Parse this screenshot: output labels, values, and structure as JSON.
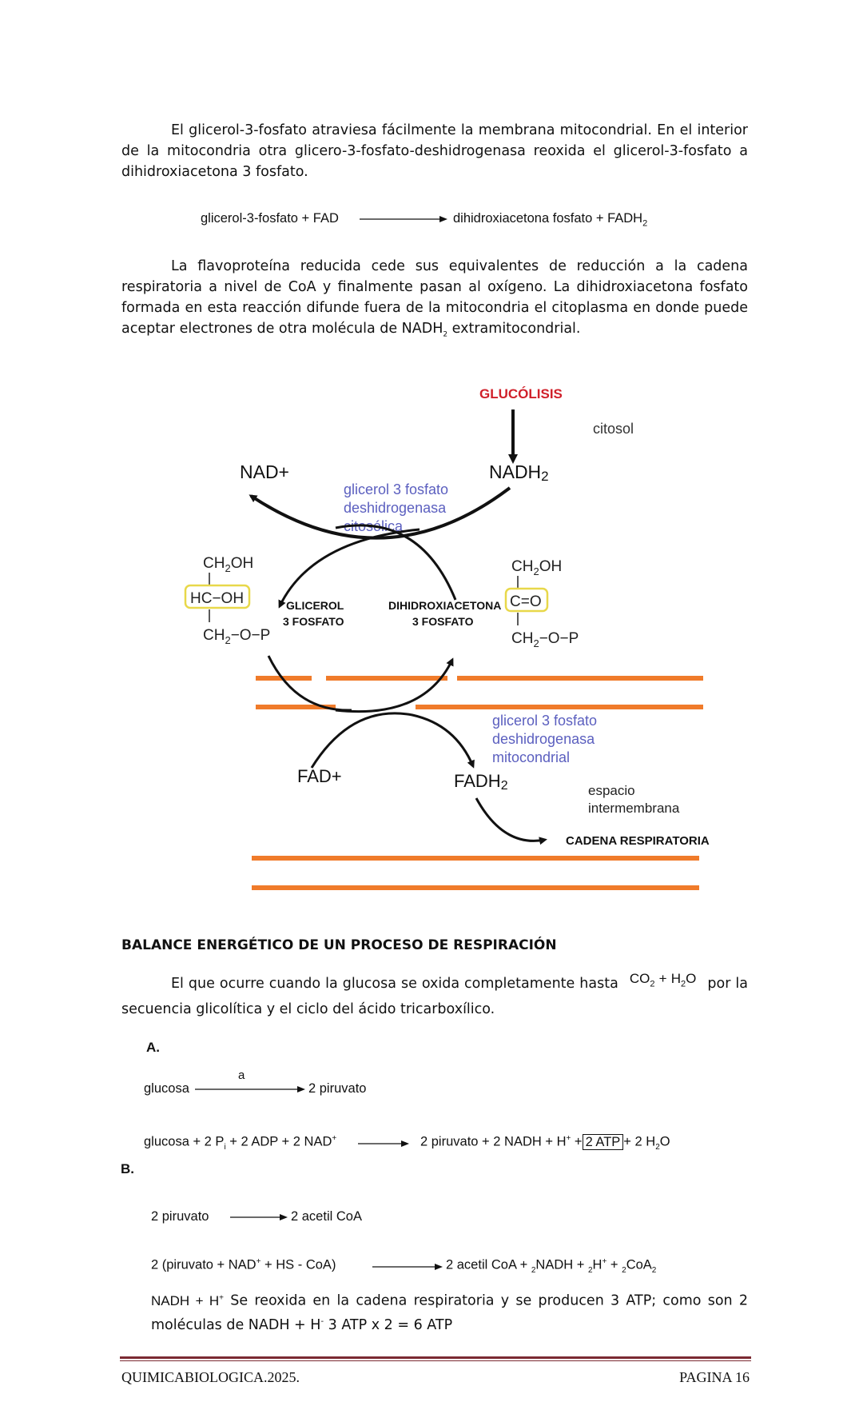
{
  "paragraphs": {
    "p1": "El glicerol-3-fosfato atraviesa fácilmente la membrana mitocondrial. En el interior de la mitocondria otra glicero-3-fosfato-deshidrogenasa reoxida el glicerol-3-fosfato a dihidroxiacetona 3 fosfato.",
    "p2_a": "La flavoproteína reducida cede sus equivalentes de reducción a la cadena respiratoria a nivel de CoA y finalmente pasan al oxígeno. La dihidroxiacetona fosfato formada en esta reacción difunde fuera de la mitocondria el citoplasma en donde puede aceptar electrones de otra molécula de NADH",
    "p2_sub": "2",
    "p2_b": " extramitocondrial.",
    "p3_a": "El que ocurre cuando la glucosa se oxida completamente hasta",
    "p3_b": "por la secuencia glicolítica y el ciclo del ácido tricarboxílico."
  },
  "reaction1": {
    "left": "glicerol-3-fosfato + FAD",
    "right": "dihidroxiacetona fosfato + FADH",
    "right_sub": "2"
  },
  "diagram": {
    "glucolisis": "GLUCÓLISIS",
    "citosol": "citosol",
    "nad_plus": "NAD+",
    "nadh2": "NADH",
    "nadh2_sub": "2",
    "enzyme_cyto": [
      "glicerol 3 fosfato",
      "deshidrogenasa",
      "citosólica"
    ],
    "glicerol": [
      "GLICEROL",
      "3 FOSFATO"
    ],
    "dihidroxiacetona": [
      "DIHIDROXIACETONA",
      "3 FOSFATO"
    ],
    "left_struct": {
      "top": "CH",
      "top_sub": "2",
      "top_end": "OH",
      "mid": "HC−OH",
      "bot": "CH",
      "bot_sub": "2",
      "bot_end": "−O−P"
    },
    "right_struct": {
      "top": "CH",
      "top_sub": "2",
      "top_end": "OH",
      "mid": "C=O",
      "bot": "CH",
      "bot_sub": "2",
      "bot_end": "−O−P"
    },
    "enzyme_mito": [
      "glicerol 3 fosfato",
      "deshidrogenasa",
      "mitocondrial"
    ],
    "fad_plus": "FAD+",
    "fadh2": "FADH",
    "fadh2_sub": "2",
    "espacio": [
      "espacio",
      "intermembrana"
    ],
    "cadena": "CADENA RESPIRATORIA",
    "colors": {
      "red": "#d0202a",
      "blue": "#5b5fbf",
      "orange": "#f07b2a",
      "yellow": "#e8d84a"
    }
  },
  "balance": {
    "heading": "BALANCE ENERGÉTICO DE UN PROCESO DE RESPIRACIÓN",
    "co2": "CO",
    "co2_sub": "2",
    "plus": " + ",
    "h2o": "H",
    "h2o_sub": "2",
    "h2o_end": "O"
  },
  "sectionA": {
    "label": "A.",
    "eq1_left": "glucosa",
    "eq1_arrow_label": "a",
    "eq1_right": "2 piruvato",
    "eq2_left_a": "glucosa + 2 P",
    "eq2_left_sub": "i",
    "eq2_left_b": " + 2 ADP + 2 NAD",
    "eq2_left_sup": "+",
    "eq2_right_a": "2 piruvato + 2 NADH + H",
    "eq2_right_sup": "+",
    "eq2_right_plus": " +",
    "eq2_box": "2 ATP",
    "eq2_right_b": "+ 2 H",
    "eq2_right_sub": "2",
    "eq2_right_c": "O"
  },
  "sectionB": {
    "label": "B.",
    "eq1_left": "2 piruvato",
    "eq1_right": "2 acetil CoA",
    "eq2_left_a": "2 (piruvato + NAD",
    "eq2_left_sup": "+",
    "eq2_left_b": " + HS - CoA)",
    "eq2_right_a": "2 acetil CoA + ",
    "eq2_right_s1": "2",
    "eq2_right_b": "NADH + ",
    "eq2_right_s2": "2",
    "eq2_right_c": "H",
    "eq2_right_sup": "+",
    "eq2_right_d": " + ",
    "eq2_right_s3": "2",
    "eq2_right_e": "CoA",
    "eq2_right_s4": "2",
    "note_formula_a": "NADH + H",
    "note_formula_sup": "+",
    "note_text_a": " Se reoxida en la cadena respiratoria y se producen 3 ATP; como son 2 moléculas de NADH + H",
    "note_text_sup": "-",
    "note_text_b": "  3 ATP x 2 = 6 ATP"
  },
  "footer": {
    "left": "QUIMICABIOLOGICA.2025.",
    "right": "PAGINA 16"
  }
}
